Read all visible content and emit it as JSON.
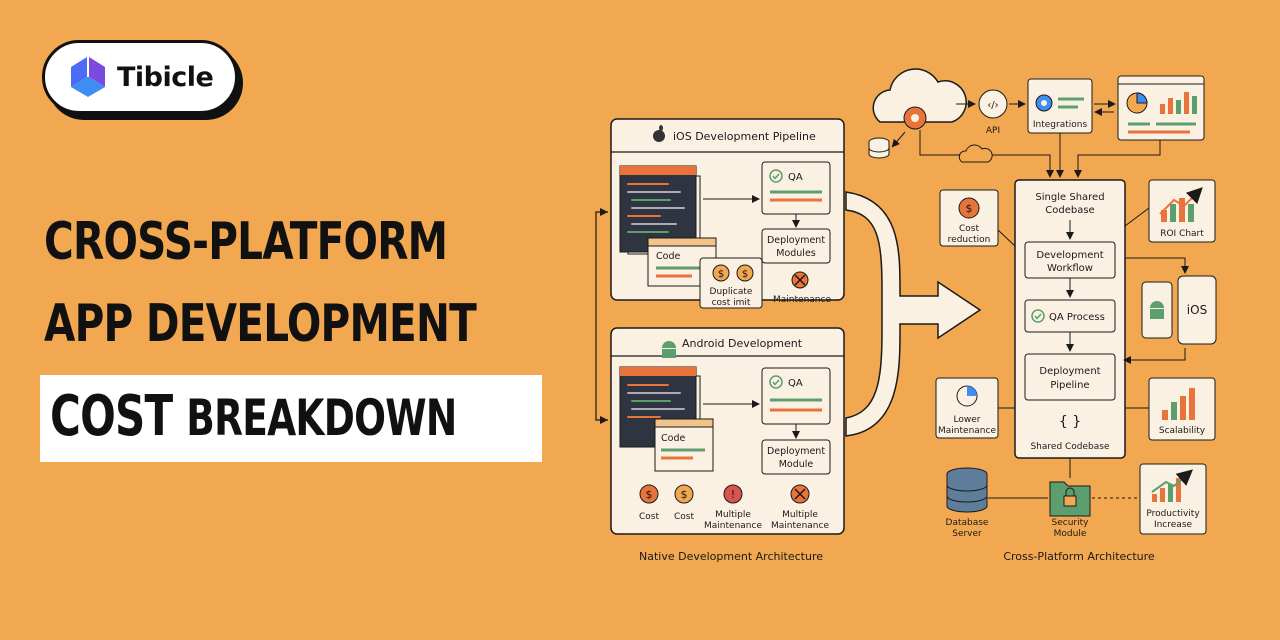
{
  "brand": {
    "name": "Tibicle"
  },
  "headline": {
    "line1": "CROSS-PLATFORM",
    "line2": "APP DEVELOPMENT",
    "line3_a": "COST",
    "line3_b": "BREAKDOWN"
  },
  "native": {
    "ios_title": "iOS Development Pipeline",
    "android_title": "Android Development",
    "qa": "QA",
    "code": "Code",
    "ios_deploy_line1": "Deployment",
    "ios_deploy_line2": "Modules",
    "android_deploy_line1": "Deployment",
    "android_deploy_line2": "Module",
    "dup_line1": "Duplicate",
    "dup_line2": "cost imit",
    "maintenance": "Maintenance",
    "cost": "Cost",
    "multi_line1": "Multiple",
    "multi_line2": "Maintenance",
    "caption": "Native Development Architecture"
  },
  "cross": {
    "api": "API",
    "integrations": "Integrations",
    "codebase_line1": "Single Shared",
    "codebase_line2": "Codebase",
    "dev_line1": "Development",
    "dev_line2": "Workflow",
    "qa_process": "QA Process",
    "deploy_line1": "Deployment",
    "deploy_line2": "Pipeline",
    "shared_codebase": "Shared Codebase",
    "cost_line1": "Cost",
    "cost_line2": "reduction",
    "roi": "ROI Chart",
    "ios": "iOS",
    "lower_line1": "Lower",
    "lower_line2": "Maintenance",
    "scalability": "Scalability",
    "db_line1": "Database",
    "db_line2": "Server",
    "sec_line1": "Security",
    "sec_line2": "Module",
    "prod_line1": "Productivity",
    "prod_line2": "Increase",
    "caption": "Cross-Platform Architecture"
  },
  "colors": {
    "background": "#F2A850",
    "panel": "#FBF1E3",
    "accent_orange": "#E8743B",
    "accent_green": "#5C9E6E",
    "accent_red": "#D9534F",
    "ink": "#1a1a1a"
  }
}
